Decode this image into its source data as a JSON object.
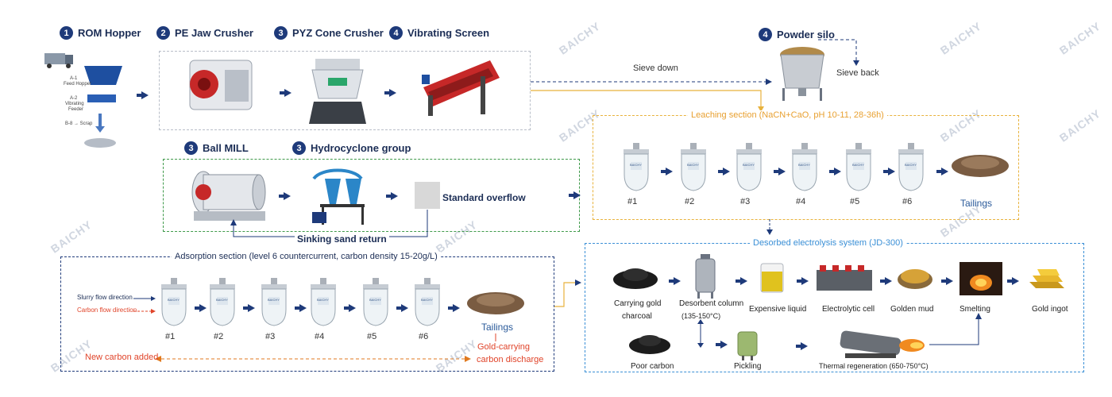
{
  "steps": {
    "rom_hopper": {
      "num": "1",
      "label": "ROM Hopper"
    },
    "jaw_crusher": {
      "num": "2",
      "label": "PE Jaw Crusher"
    },
    "cone_crusher": {
      "num": "3",
      "label": "PYZ Cone Crusher"
    },
    "vibrating_screen": {
      "num": "4",
      "label": "Vibrating Screen"
    },
    "powder_silo": {
      "num": "4",
      "label": "Powder silo"
    },
    "ball_mill": {
      "num": "3",
      "label": "Ball MILL"
    },
    "hydrocyclone": {
      "num": "3",
      "label": "Hydrocyclone group"
    }
  },
  "hopper_labels": {
    "a1": "A-1",
    "a1b": "Feed Hopper",
    "a2": "A-2",
    "a2b": "Vibrating",
    "a2c": "Feeder",
    "b8": "B-8 → Scrap"
  },
  "flow_labels": {
    "sieve_down": "Sieve down",
    "sieve_back": "Sieve back",
    "standard_overflow": "Standard overflow",
    "sinking_sand_return": "Sinking sand return"
  },
  "leaching": {
    "title": "Leaching section (NaCN+CaO, pH 10-11, 28-36h)",
    "tanks": [
      "#1",
      "#2",
      "#3",
      "#4",
      "#5",
      "#6"
    ],
    "tailings": "Tailings"
  },
  "adsorption": {
    "title": "Adsorption section (level 6 countercurrent, carbon density 15-20g/L)",
    "tanks": [
      "#1",
      "#2",
      "#3",
      "#4",
      "#5",
      "#6"
    ],
    "slurry_dir": "Slurry flow direction",
    "carbon_dir": "Carbon flow direction",
    "tailings": "Tailings",
    "new_carbon": "New carbon added",
    "gold_discharge_1": "Gold-carrying",
    "gold_discharge_2": "carbon discharge"
  },
  "electrolysis": {
    "title": "Desorbed electrolysis system (JD-300)",
    "carrying_1": "Carrying gold",
    "carrying_2": "charcoal",
    "desorbent_1": "Desorbent column",
    "desorbent_2": "(135-150°C)",
    "expensive_liquid": "Expensive liquid",
    "electrolytic_cell": "Electrolytic cell",
    "golden_mud": "Golden mud",
    "smelting": "Smelting",
    "gold_ingot": "Gold ingot",
    "poor_carbon": "Poor carbon",
    "pickling": "Pickling",
    "thermal": "Thermal regeneration (650-750°C)"
  },
  "watermark": "BAICHY",
  "tank_badge": "BAICHY",
  "colors": {
    "navy": "#1e3a7a",
    "orange": "#e8b23c",
    "orange_text": "#e07a1f",
    "red_text": "#e0442a",
    "blue_dash": "#3a8fd6",
    "green_dash": "#3f9a4a",
    "gray_dash": "#b8bec8"
  }
}
